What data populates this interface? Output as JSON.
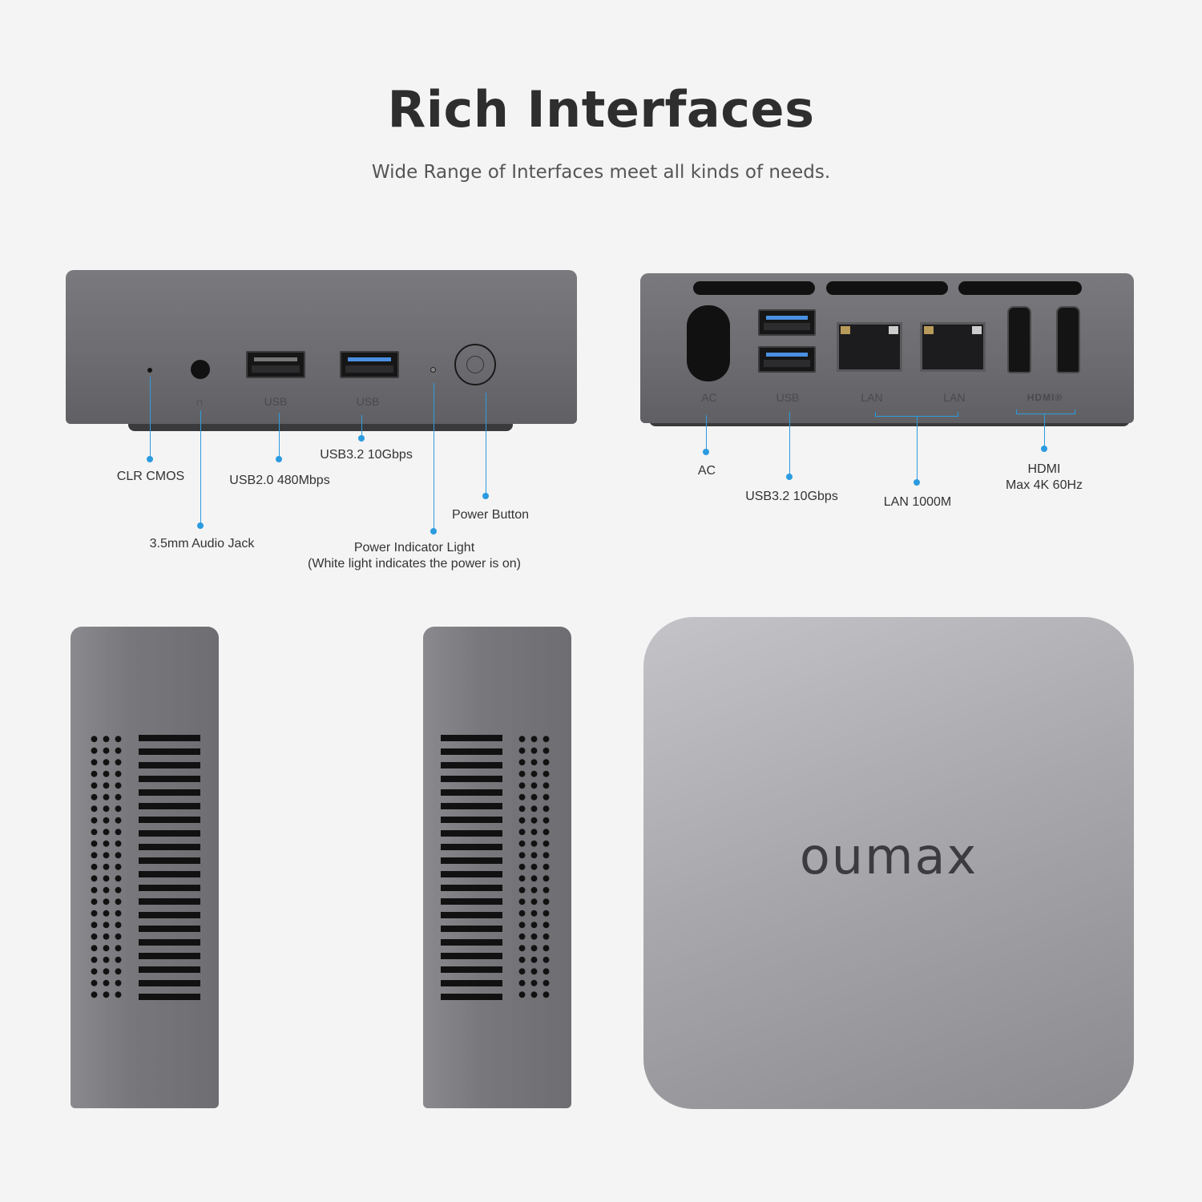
{
  "header": {
    "title": "Rich Interfaces",
    "subtitle": "Wide Range of Interfaces meet all kinds of needs."
  },
  "front": {
    "port_labels": {
      "usb_a": "USB",
      "usb_b": "USB"
    },
    "callouts": {
      "clr_cmos": "CLR CMOS",
      "audio": "3.5mm Audio Jack",
      "usb2": "USB2.0 480Mbps",
      "usb3": "USB3.2 10Gbps",
      "indicator_1": "Power Indicator Light",
      "indicator_2": "(White light indicates the power is on)",
      "power": "Power Button"
    }
  },
  "back": {
    "port_labels": {
      "ac": "AC",
      "usb": "USB",
      "lan1": "LAN",
      "lan2": "LAN",
      "hdmi": "HDMI®"
    },
    "callouts": {
      "ac": "AC",
      "usb": "USB3.2 10Gbps",
      "lan": "LAN 1000M",
      "hdmi_1": "HDMI",
      "hdmi_2": "Max 4K 60Hz"
    }
  },
  "top": {
    "logo": "oumax"
  },
  "colors": {
    "accent": "#2b9be0",
    "body": "#6e6e72"
  }
}
